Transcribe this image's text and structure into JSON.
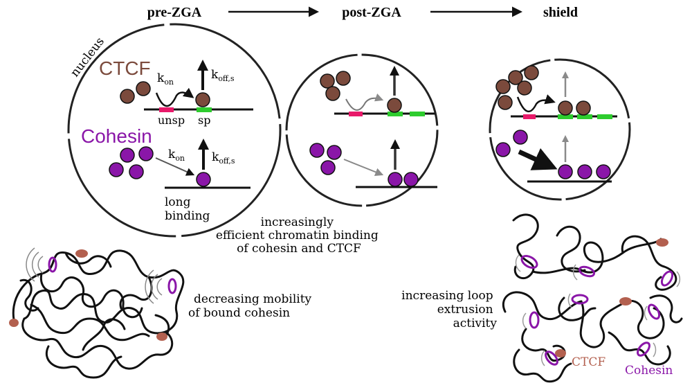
{
  "stages": {
    "pre": "pre-ZGA",
    "post": "post-ZGA",
    "shield": "shield"
  },
  "nucleus_label": "nucleus",
  "proteins": {
    "ctcf": "CTCF",
    "cohesin": "Cohesin"
  },
  "rates": {
    "k": "k",
    "on_sub": "on",
    "off_sub": "off,s"
  },
  "sites": {
    "unsp": "unsp",
    "sp": "sp"
  },
  "long_binding": [
    "long",
    "binding"
  ],
  "middle_note": [
    "increasingly",
    "efficient chromatin binding",
    "of cohesin and CTCF"
  ],
  "mobility_note": [
    "decreasing mobility",
    "of bound cohesin"
  ],
  "extrusion_note": [
    "increasing loop",
    "extrusion",
    "activity"
  ],
  "legend": {
    "ctcf": "CTCF",
    "cohesin": "Cohesin"
  },
  "colors": {
    "ctcf": "#7b4a3c",
    "ctcf_text": "#7b4a3c",
    "ctcf_chromatin": "#b3604f",
    "cohesin": "#8a16a8",
    "cohesin_text": "#8a16a8",
    "unspecific_site": "#e8196a",
    "specific_site": "#2ecc2e",
    "line": "#111111",
    "gray_arrow": "#8a8a8a"
  }
}
